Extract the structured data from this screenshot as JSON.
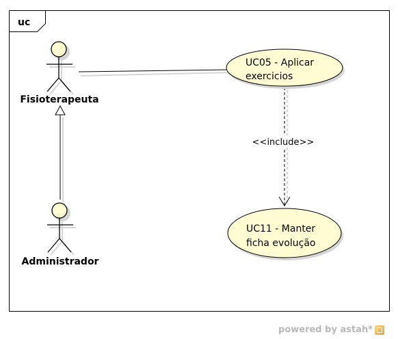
{
  "frame": {
    "tag": "uc"
  },
  "actors": [
    {
      "id": "fisioterapeuta",
      "label": "Fisioterapeuta"
    },
    {
      "id": "administrador",
      "label": "Administrador"
    }
  ],
  "use_cases": [
    {
      "id": "uc05",
      "line1": "UC05 - Aplicar",
      "line2": "exercicios"
    },
    {
      "id": "uc11",
      "line1": "UC11 - Manter",
      "line2": "ficha evolução"
    }
  ],
  "relationships": [
    {
      "type": "association",
      "from": "fisioterapeuta",
      "to": "uc05"
    },
    {
      "type": "include",
      "from": "uc05",
      "to": "uc11",
      "label": "<<include>>"
    },
    {
      "type": "generalization",
      "from": "administrador",
      "to": "fisioterapeuta"
    }
  ],
  "colors": {
    "usecase_fill": "#fffcd4",
    "actor_head_fill": "#fffcd4",
    "line": "#000000",
    "shadow": "#d6d6d6"
  },
  "watermark": {
    "text": "powered by astah*"
  }
}
